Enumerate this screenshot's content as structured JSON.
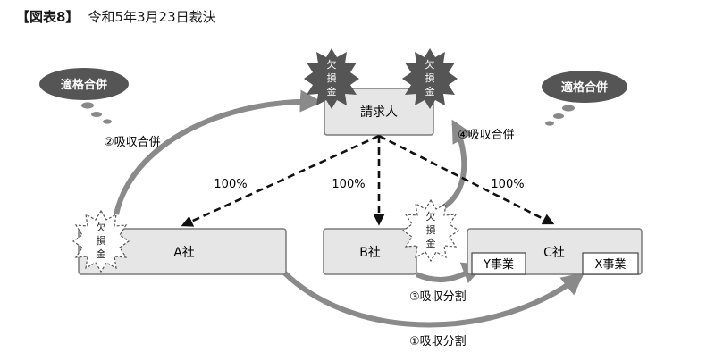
{
  "header": {
    "figure_label": "【図表8】",
    "title": "令和5年3月23日裁決"
  },
  "bubbles": {
    "left": "適格合併",
    "right": "適格合併"
  },
  "nodes": {
    "claimant": "請求人",
    "a_company": "A社",
    "b_company": "B社",
    "c_company": "C社",
    "y_business": "Y事業",
    "x_business": "X事業"
  },
  "loss_badge": [
    "欠",
    "損",
    "金"
  ],
  "ownership": {
    "to_a": "100%",
    "to_b": "100%",
    "to_c": "100%"
  },
  "transactions": {
    "t1": "①吸収分割",
    "t2": "②吸収合併",
    "t3": "③吸収分割",
    "t4": "④吸収合併"
  },
  "colors": {
    "box_fill": "#e6e6e6",
    "box_stroke": "#7a7a7a",
    "bubble_fill": "#555555",
    "arrow_gray": "#8a8a8a",
    "dashed": "#111111"
  }
}
